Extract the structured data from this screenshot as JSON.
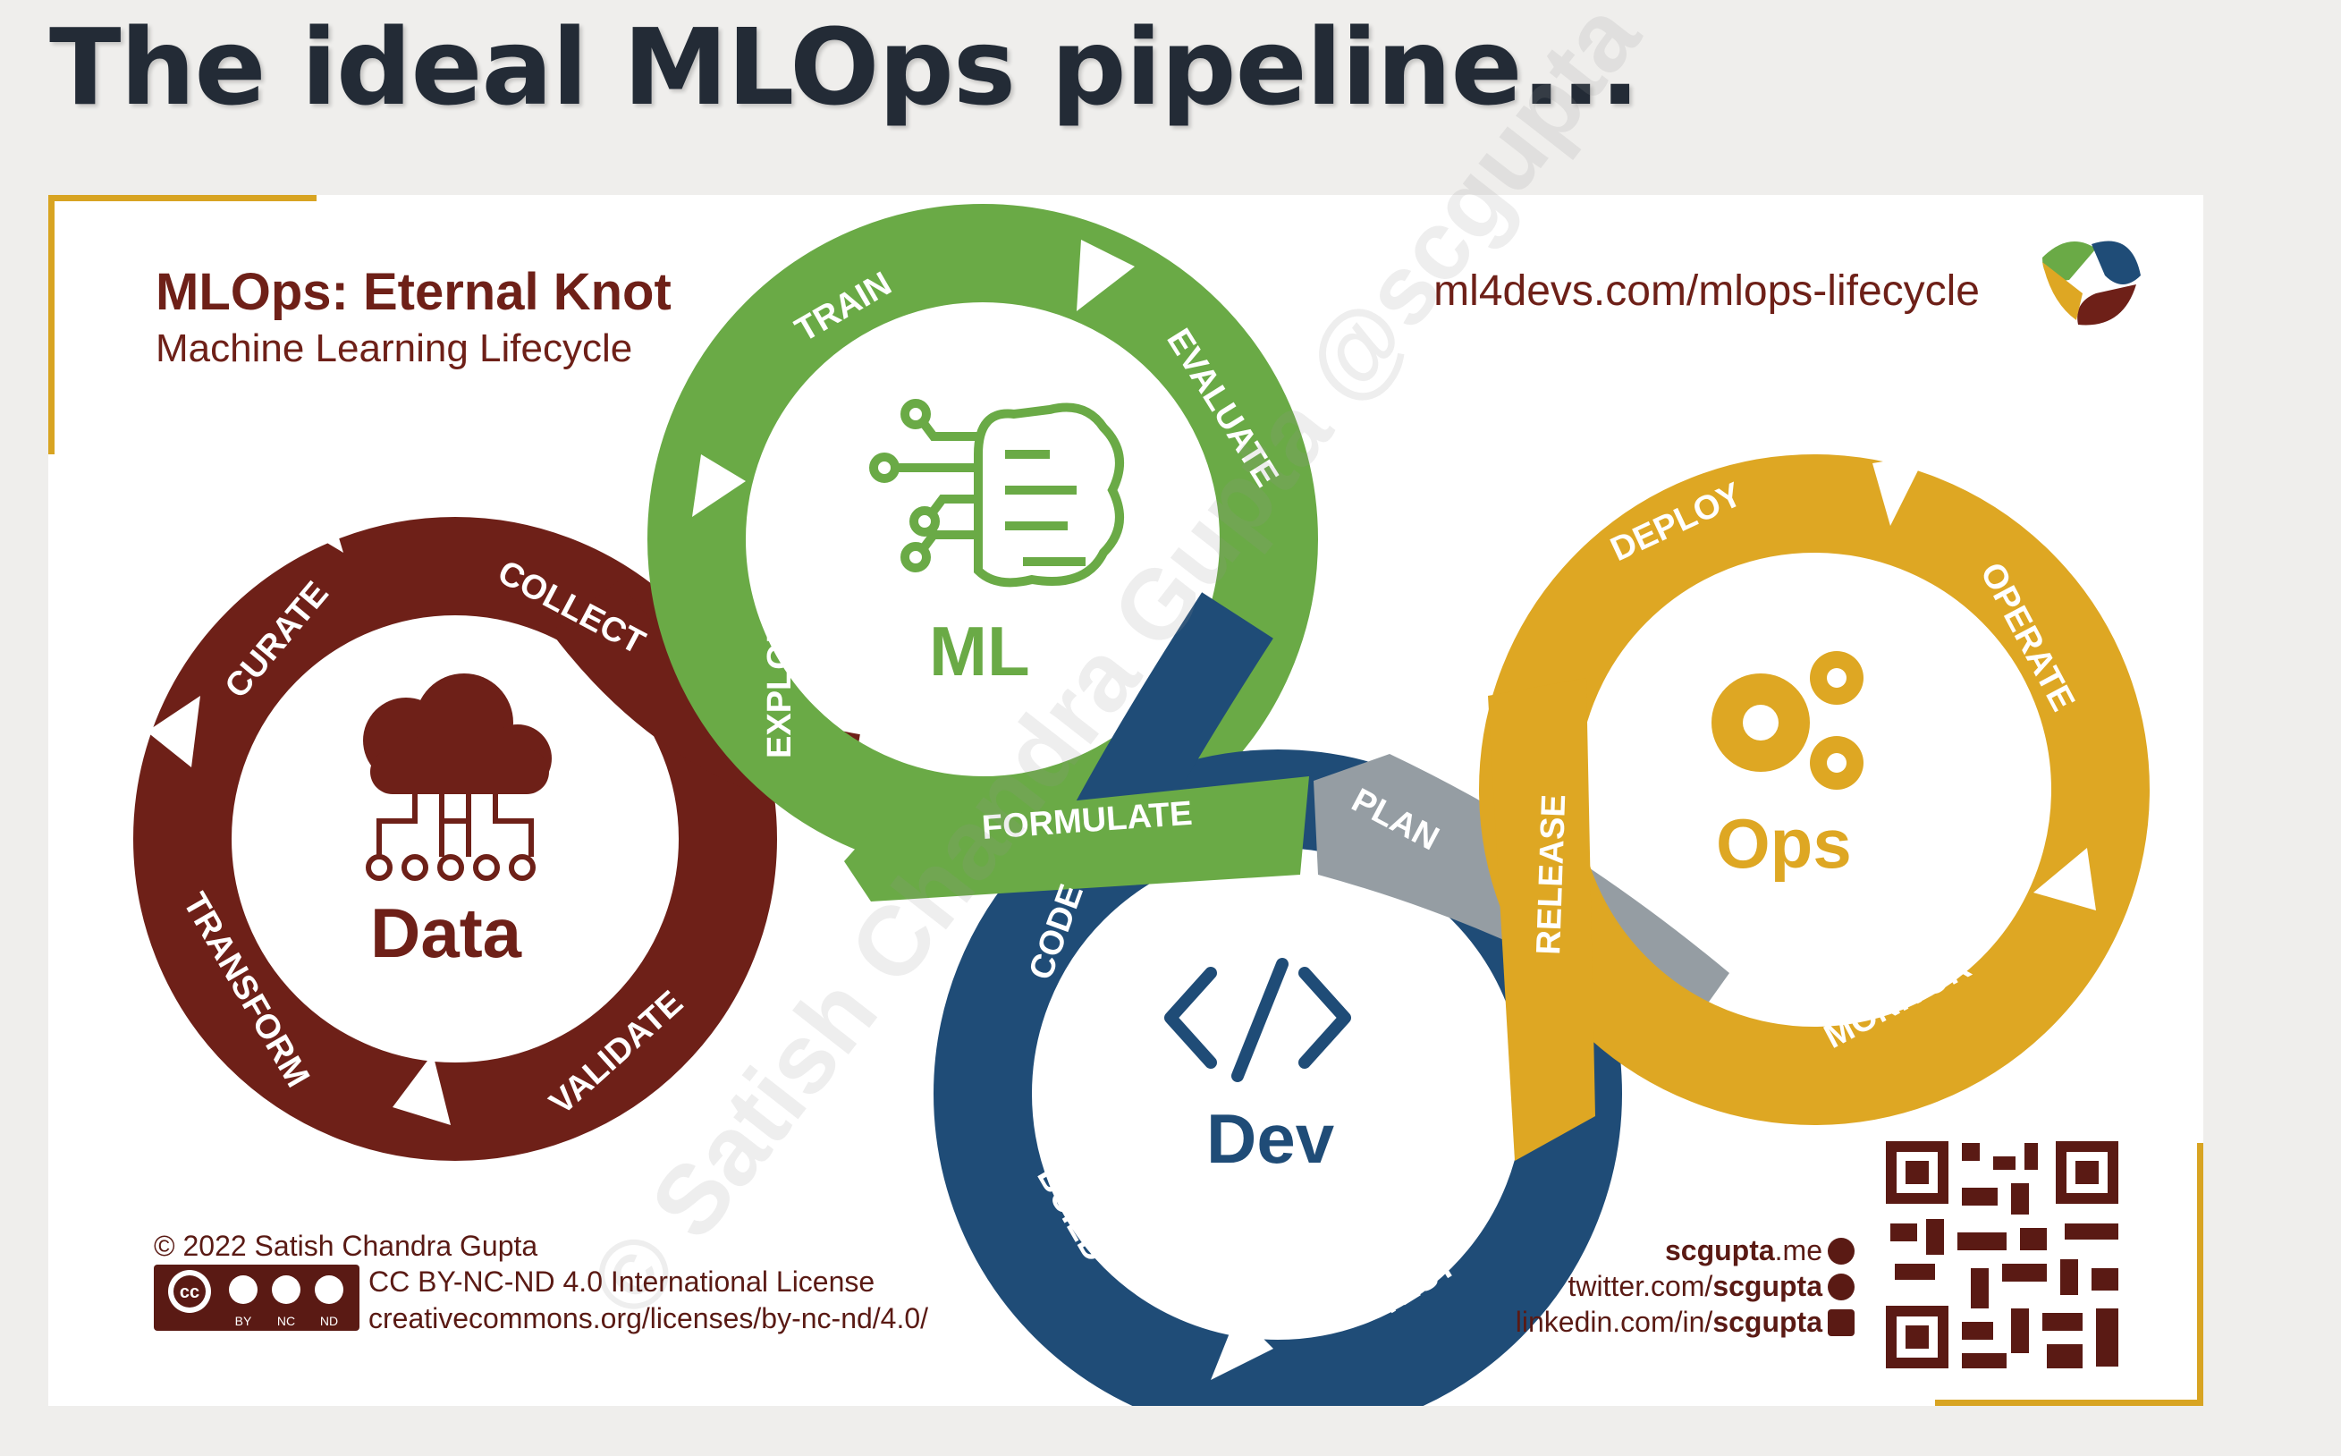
{
  "slide": {
    "title": "The ideal MLOps pipeline..."
  },
  "card": {
    "title": "MLOps: Eternal Knot",
    "subtitle": "Machine Learning Lifecycle",
    "url": "ml4devs.com/mlops-lifecycle"
  },
  "hubs": {
    "data": "Data",
    "ml": "ML",
    "dev": "Dev",
    "ops": "Ops"
  },
  "stages": {
    "collect": "COLLECT",
    "curate": "CURATE",
    "transform": "TRANSFORM",
    "validate": "VALIDATE",
    "explore": "EXPLORE",
    "train": "TRAIN",
    "evaluate": "EVALUATE",
    "formulate": "FORMULATE",
    "code": "CODE",
    "build": "BUILD",
    "test": "TEST",
    "plan": "PLAN",
    "release": "RELEASE",
    "deploy": "DEPLOY",
    "operate": "OPERATE",
    "monitor": "MONITOR"
  },
  "footer": {
    "copyright": "© 2022 Satish Chandra Gupta",
    "license": "CC BY-NC-ND 4.0 International License",
    "license_url": "creativecommons.org/licenses/by-nc-nd/4.0/",
    "cc_labels": [
      "BY",
      "NC",
      "ND"
    ],
    "cc_mark": "cc"
  },
  "social": {
    "site_bold": "scgupta",
    "site_rest": ".me",
    "twitter_prefix": "twitter.com/",
    "twitter_handle": "scgupta",
    "linkedin_prefix": "linkedin.com/in/",
    "linkedin_handle": "scgupta"
  },
  "watermark": "© Satish Chandra Gupta  @scgupta",
  "colors": {
    "data": "#6e2018",
    "ml": "#6aaa46",
    "dev": "#1f4c77",
    "ops": "#dea723",
    "plan": "#959da3",
    "accent_frame": "#d8a422",
    "title": "#232b36"
  },
  "icons": {
    "data": "cloud-network-icon",
    "ml": "brain-circuit-icon",
    "dev": "code-brackets-icon",
    "ops": "gears-icon",
    "logo": "swirl-logo-icon",
    "qr": "qr-code-icon"
  }
}
